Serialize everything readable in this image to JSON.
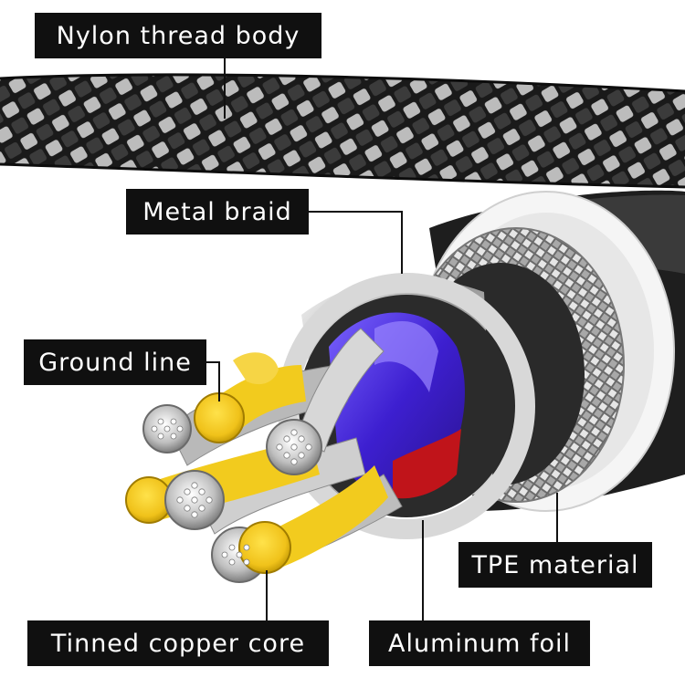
{
  "labels": {
    "nylon_thread_body": "Nylon thread body",
    "metal_braid": "Metal braid",
    "ground_line": "Ground line",
    "tpe_material": "TPE material",
    "tinned_copper_core": "Tinned copper core",
    "aluminum_foil": "Aluminum foil"
  },
  "colors": {
    "label_background": "#101010",
    "label_text": "#ffffff",
    "leader_line": "#111111",
    "inner_insulation": "#4a2bd8",
    "core_yellow": "#f2cb1e",
    "conductor_red": "#c0141a",
    "nylon_dark": "#1c1c1c",
    "nylon_light": "#bdbdbd"
  }
}
